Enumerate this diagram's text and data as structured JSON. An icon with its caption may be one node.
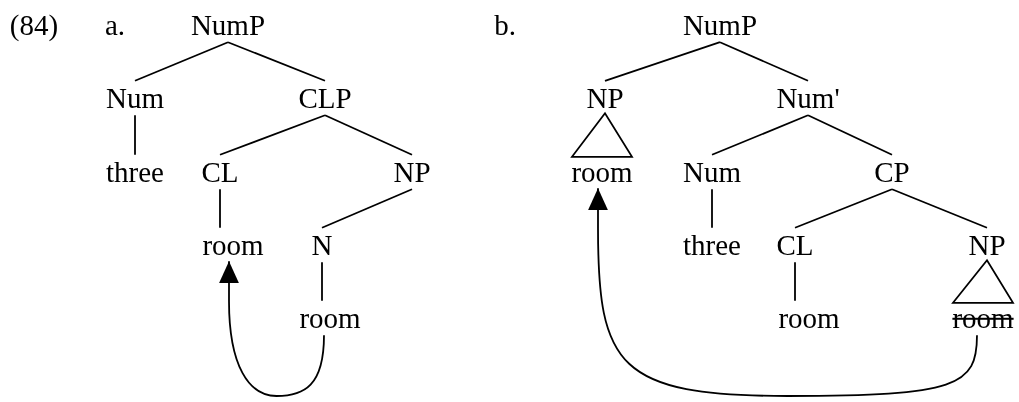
{
  "diagram": {
    "nodes": [
      {
        "text": [
          "NumP"
        ]
      },
      {
        "text": [
          "Num"
        ]
      },
      {
        "text": [
          "CLP"
        ]
      },
      {
        "text": [
          "three"
        ]
      },
      {
        "text": [
          "CL"
        ]
      },
      {
        "text": [
          "NP"
        ]
      },
      {
        "text": [
          "room"
        ]
      },
      {
        "text": [
          "N"
        ]
      },
      {
        "text": [
          "room"
        ]
      },
      {
        "text": [
          "NumP"
        ]
      },
      {
        "text": [
          "NP"
        ]
      },
      {
        "text": [
          "Num'"
        ]
      },
      {
        "text": [
          "room"
        ]
      },
      {
        "text": [
          "Num"
        ]
      },
      {
        "text": [
          "CP"
        ]
      },
      {
        "text": [
          "three"
        ]
      },
      {
        "text": [
          "CL"
        ]
      },
      {
        "text": [
          "NP"
        ]
      },
      {
        "text": [
          "room"
        ]
      },
      {
        "text": [
          "room"
        ]
      }
    ],
    "edges": [
      {
        "from": 0,
        "to": 1,
        "arrow": "none"
      },
      {
        "from": 0,
        "to": 2,
        "arrow": "none"
      },
      {
        "from": 1,
        "to": 3,
        "arrow": "none"
      },
      {
        "from": 2,
        "to": 4,
        "arrow": "none"
      },
      {
        "from": 2,
        "to": 5,
        "arrow": "none"
      },
      {
        "from": 4,
        "to": 6,
        "arrow": "none"
      },
      {
        "from": 5,
        "to": 7,
        "arrow": "none"
      },
      {
        "from": 7,
        "to": 8,
        "arrow": "none"
      },
      {
        "from": 8,
        "to": 6,
        "arrow": "to"
      },
      {
        "from": 9,
        "to": 10,
        "arrow": "none"
      },
      {
        "from": 9,
        "to": 11,
        "arrow": "none"
      },
      {
        "from": 10,
        "to": 12,
        "arrow": "none"
      },
      {
        "from": 11,
        "to": 13,
        "arrow": "none"
      },
      {
        "from": 11,
        "to": 14,
        "arrow": "none"
      },
      {
        "from": 13,
        "to": 15,
        "arrow": "none"
      },
      {
        "from": 14,
        "to": 16,
        "arrow": "none"
      },
      {
        "from": 14,
        "to": 17,
        "arrow": "none"
      },
      {
        "from": 16,
        "to": 18,
        "arrow": "none"
      },
      {
        "from": 17,
        "to": 19,
        "arrow": "none"
      },
      {
        "from": 19,
        "to": 12,
        "arrow": "to"
      }
    ],
    "labels": [
      "(84)",
      "a.",
      "b."
    ]
  }
}
